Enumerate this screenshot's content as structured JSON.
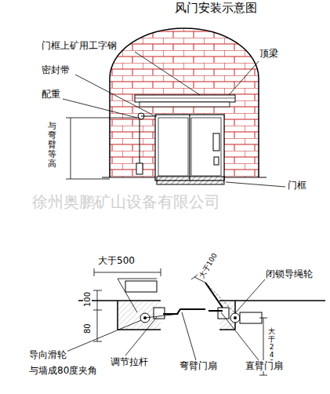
{
  "diagram": {
    "title": "风门安装示意图",
    "labels": [
      "门框上矿用工字钢",
      "顶梁",
      "密封带",
      "配重",
      "与弯臂等高",
      "门框",
      "徐州奥鹏矿山设备有限公司",
      "大于500",
      "100",
      "80",
      "大于100",
      "闭锁导绳轮",
      "大于240",
      "导向滑轮",
      "与墙成80度夹角",
      "调节拉杆",
      "弯臂门扇",
      "直臂门扇"
    ]
  }
}
